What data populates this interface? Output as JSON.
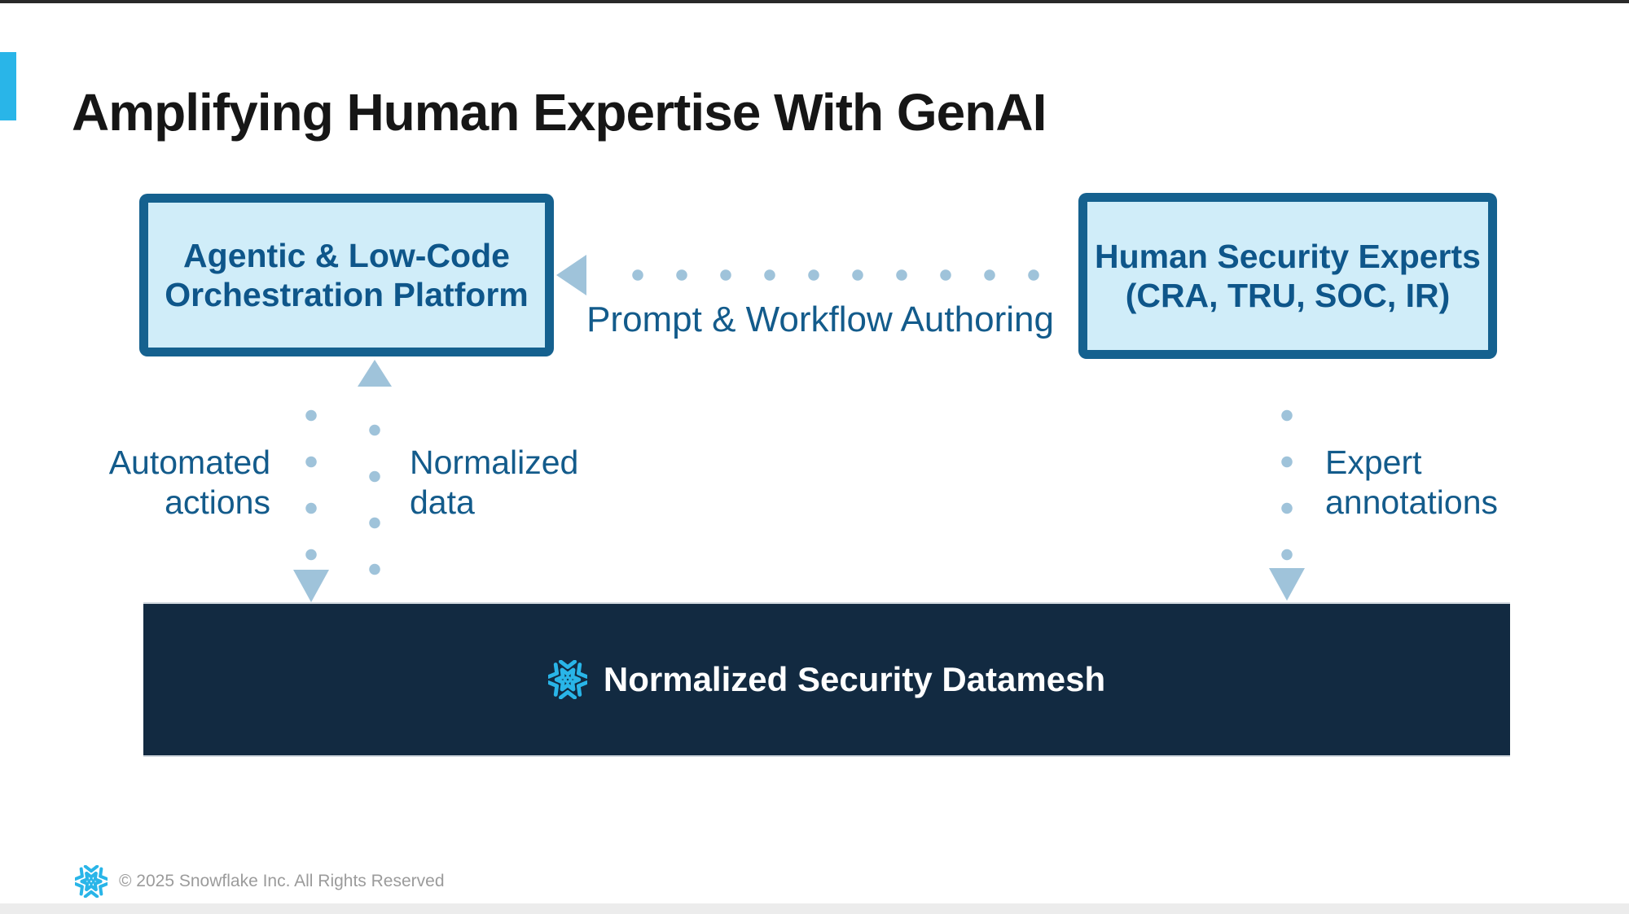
{
  "slide": {
    "title": "Amplifying Human Expertise With GenAI"
  },
  "diagram": {
    "left_box_label": "Agentic & Low-Code\nOrchestration Platform",
    "right_box_label": "Human Security Experts\n(CRA, TRU, SOC, IR)",
    "horizontal_flow_label": "Prompt & Workflow Authoring",
    "automated_actions_label": "Automated\nactions",
    "normalized_data_label": "Normalized\ndata",
    "expert_annotations_label": "Expert\nannotations",
    "datamesh_bar_label": "Normalized Security Datamesh",
    "icons": {
      "datamesh_icon": "snowflake-logo",
      "footer_icon": "snowflake-logo"
    }
  },
  "footer": {
    "copyright": "© 2025 Snowflake Inc. All Rights Reserved"
  },
  "colors": {
    "accent_cyan": "#29b5e8",
    "box_border_blue": "#15618f",
    "box_fill_light_blue": "#d0edf9",
    "box_text_blue": "#0e568a",
    "connector_dot_blue": "#9fc3da",
    "flow_label_blue": "#135b8b",
    "datamesh_navy": "#122a41",
    "title_black": "#161616",
    "footer_gray": "#9b9b9b"
  }
}
